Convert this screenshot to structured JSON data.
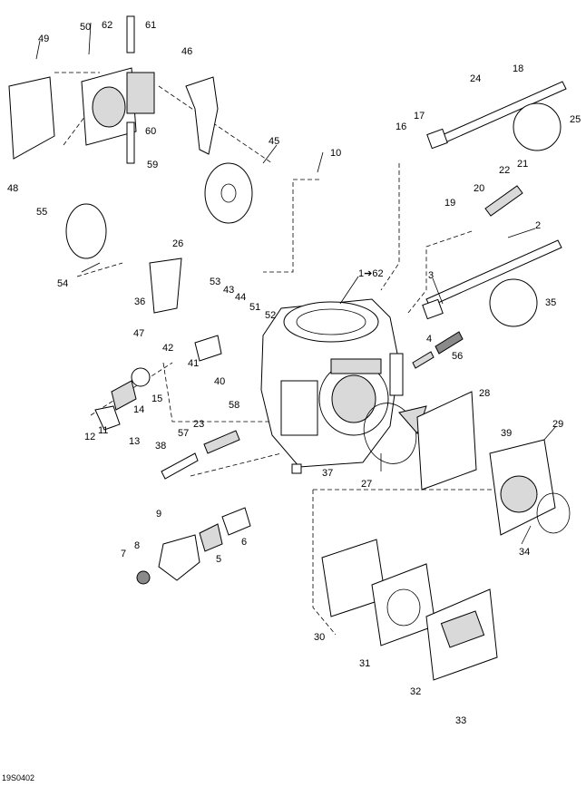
{
  "diagram_code": "19S0402",
  "callouts": [
    "1➔62",
    "2",
    "3",
    "4",
    "5",
    "6",
    "7",
    "8",
    "9",
    "10",
    "11",
    "12",
    "13",
    "14",
    "15",
    "16",
    "17",
    "18",
    "19",
    "20",
    "21",
    "22",
    "23",
    "24",
    "25",
    "26",
    "27",
    "28",
    "29",
    "30",
    "31",
    "32",
    "33",
    "34",
    "35",
    "36",
    "37",
    "38",
    "39",
    "40",
    "41",
    "42",
    "43",
    "44",
    "45",
    "46",
    "47",
    "48",
    "49",
    "50",
    "51",
    "52",
    "53",
    "54",
    "55",
    "56",
    "57",
    "58",
    "59",
    "60",
    "61",
    "62"
  ]
}
